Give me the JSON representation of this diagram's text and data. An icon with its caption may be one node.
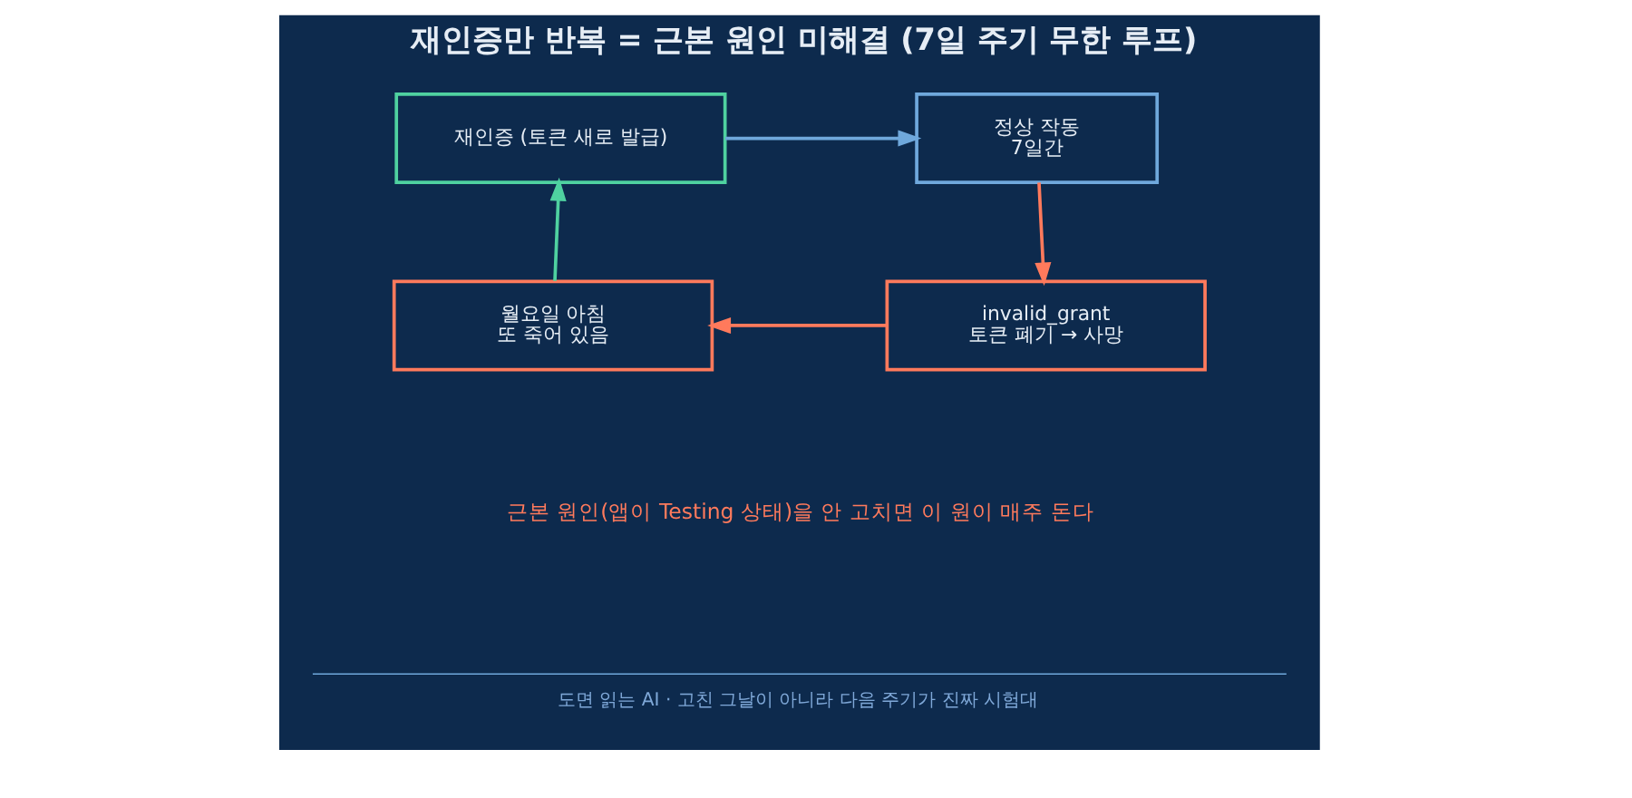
{
  "diagram": {
    "title": "재인증만 반복 = 근본 원인 미해결 (7일 주기 무한 루프)",
    "nodes": [
      {
        "text": [
          "재인증 (토큰 새로 발급)"
        ]
      },
      {
        "text": [
          "정상 작동",
          "7일간"
        ]
      },
      {
        "text": [
          "invalid_grant",
          "토큰 폐기 → 사망"
        ]
      },
      {
        "text": [
          "월요일 아침",
          "또 죽어 있음"
        ]
      }
    ],
    "edges": [
      {
        "from": 0,
        "to": 1,
        "arrow": "to",
        "color": "#6fa8dc"
      },
      {
        "from": 1,
        "to": 2,
        "arrow": "to"
      },
      {
        "from": 2,
        "to": 3,
        "arrow": "to"
      },
      {
        "from": 3,
        "to": 0,
        "arrow": "to",
        "color": "#4fd1a0"
      }
    ],
    "labels": [
      "근본 원인(앱이 Testing 상태)을 안 고치면 이 원이 매주 돈다",
      "도면 읽는 AI · 고친 그날이 아니라 다음 주기가 진짜 시험대"
    ]
  }
}
